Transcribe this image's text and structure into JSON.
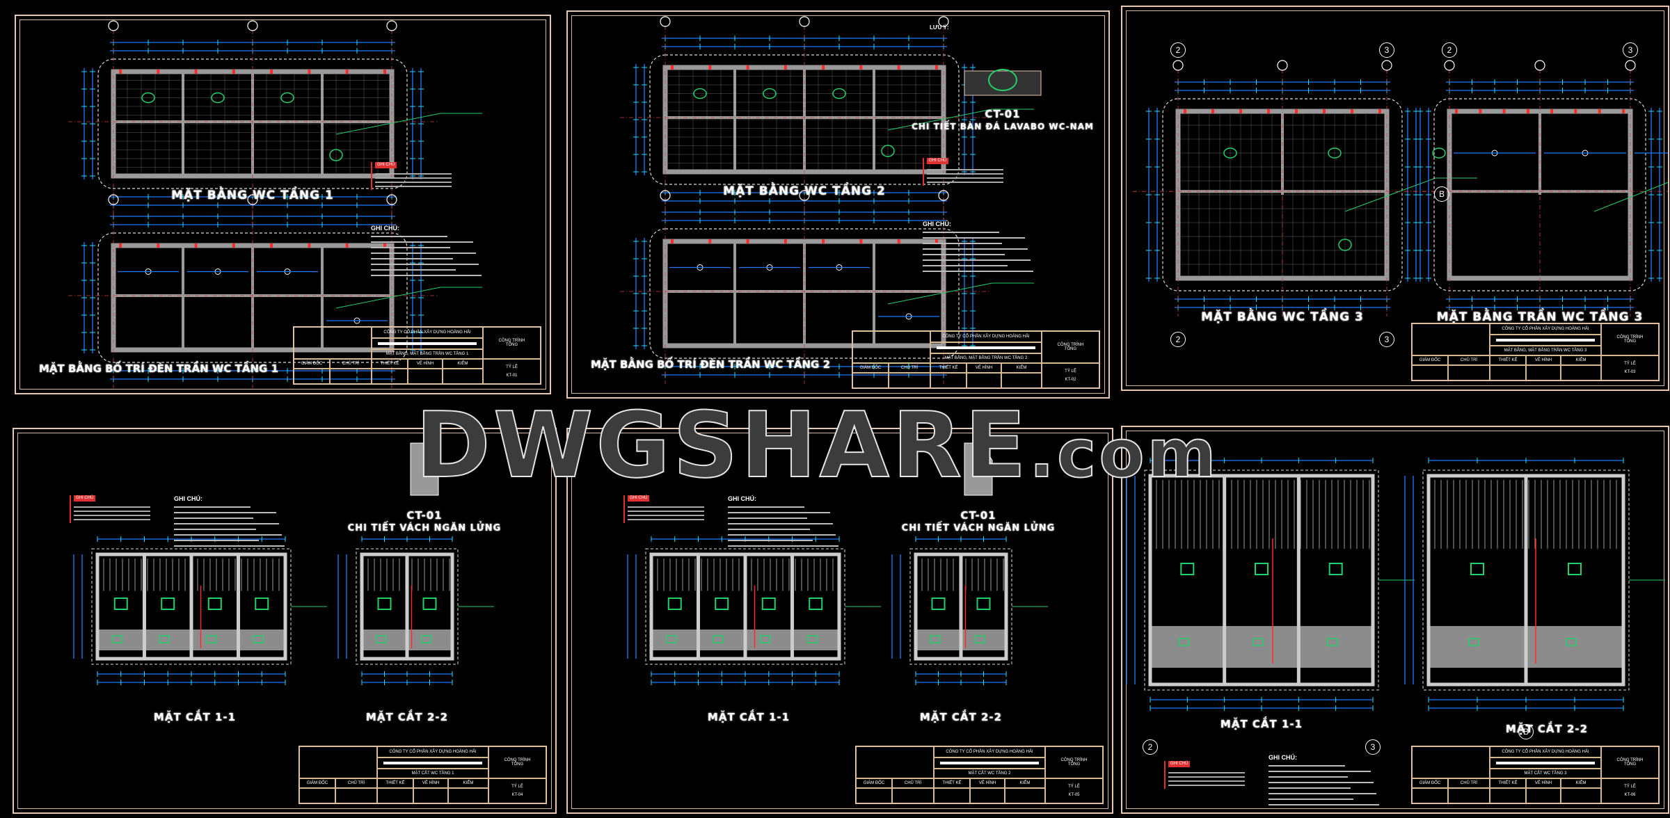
{
  "watermark": {
    "main": "DWGSHARE",
    "suffix": ".com"
  },
  "colors": {
    "dimension": "#1e7bff",
    "cyan": "#22e0ff",
    "wall": "#9a9a9a",
    "marker": "#ff2a2a",
    "fixture": "#22d06a",
    "border": "#e8c8b0"
  },
  "title_block": {
    "company": "CÔNG TY CỔ PHẦN XÂY DỰNG HOÀNG HẢI",
    "project_label": "CÔNG TRÌNH",
    "project_value": "TỔNG",
    "headers": [
      "GIÁM ĐỐC",
      "CHỦ TRÌ",
      "THIẾT KẾ",
      "VẼ HÌNH",
      "KIỂM",
      "TỶ LỆ"
    ]
  },
  "sheets": [
    {
      "type": "pair-v",
      "titles": [
        "MẶT BẰNG WC TẦNG 1",
        "MẶT BẰNG BỐ TRÍ ĐÈN TRẦN WC TẦNG 1"
      ],
      "drawing_name": "MẶT BẰNG, MẶT BẰNG TRẦN WC TẦNG 1",
      "sheet_no": "KT-01",
      "legend_tag": "GHI CHÚ",
      "notes_title": "GHI CHÚ:"
    },
    {
      "type": "pair-v",
      "titles": [
        "MẶT BẰNG WC TẦNG 2",
        "MẶT BẰNG BỐ TRÍ ĐÈN TRẦN WC TẦNG 2"
      ],
      "detail_code": "CT-01",
      "detail_title": "CHI TIẾT BÀN ĐÁ LAVABO WC-NAM",
      "caution_title": "LƯU Ý:",
      "drawing_name": "MẶT BẰNG, MẶT BẰNG TRẦN WC TẦNG 2",
      "sheet_no": "KT-02",
      "legend_tag": "GHI CHÚ",
      "notes_title": "GHI CHÚ:"
    },
    {
      "type": "pair-h",
      "titles": [
        "MẶT BẰNG WC TẦNG 3",
        "MẶT BẰNG TRẦN WC TẦNG 3"
      ],
      "grid_labels": [
        "2",
        "3",
        "B"
      ],
      "drawing_name": "MẶT BẰNG, MẶT BẰNG TRẦN WC TẦNG 3",
      "sheet_no": "KT-03"
    },
    {
      "type": "section",
      "titles": [
        "MẶT CẮT 1-1",
        "MẶT CẮT 2-2"
      ],
      "detail_code": "CT-01",
      "detail_title": "CHI TIẾT VÁCH NGĂN LỬNG",
      "drawing_name": "MẶT CẮT WC TẦNG 1",
      "sheet_no": "KT-04",
      "legend_tag": "GHI CHÚ",
      "notes_title": "GHI CHÚ:"
    },
    {
      "type": "section",
      "titles": [
        "MẶT CẮT 1-1",
        "MẶT CẮT 2-2"
      ],
      "detail_code": "CT-01",
      "detail_title": "CHI TIẾT VÁCH NGĂN LỬNG",
      "drawing_name": "MẶT CẮT WC TẦNG 2",
      "sheet_no": "KT-05",
      "legend_tag": "GHI CHÚ",
      "notes_title": "GHI CHÚ:"
    },
    {
      "type": "section-big",
      "titles": [
        "MẶT CẮT 1-1",
        "MẶT CẮT 2-2"
      ],
      "grid_labels": [
        "2",
        "3",
        "B"
      ],
      "drawing_name": "MẶT CẮT WC TẦNG 3",
      "sheet_no": "KT-06",
      "legend_tag": "GHI CHÚ",
      "notes_title": "GHI CHÚ:"
    }
  ]
}
